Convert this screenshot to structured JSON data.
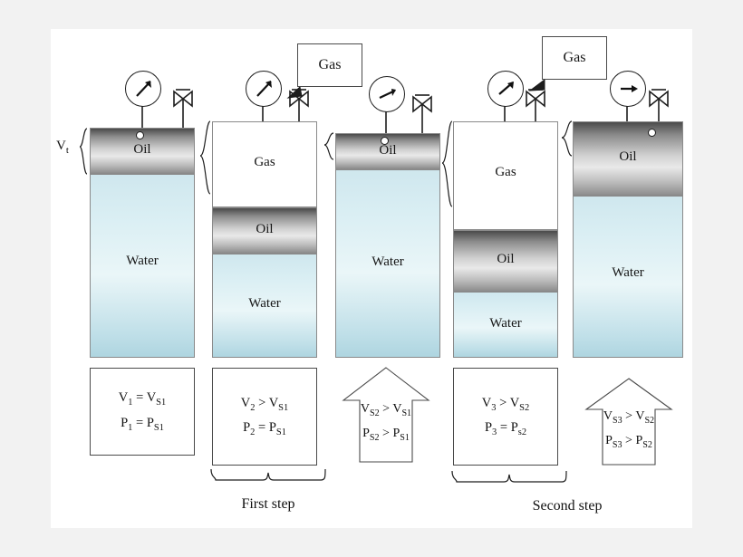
{
  "diagram": {
    "title_steps": [
      {
        "id": "first-step",
        "label": "First step"
      },
      {
        "id": "second-step",
        "label": "Second step"
      }
    ],
    "volume_label": "V",
    "volume_label_sub": "t",
    "callouts": [
      {
        "id": "gas-callout-1",
        "label": "Gas"
      },
      {
        "id": "gas-callout-2",
        "label": "Gas"
      }
    ],
    "cylinders": [
      {
        "id": "cylinder-1",
        "layers": [
          {
            "type": "oil",
            "label": "Oil"
          },
          {
            "type": "water",
            "label": "Water"
          }
        ]
      },
      {
        "id": "cylinder-2",
        "layers": [
          {
            "type": "gas",
            "label": "Gas"
          },
          {
            "type": "oil",
            "label": "Oil"
          },
          {
            "type": "water",
            "label": "Water"
          }
        ]
      },
      {
        "id": "cylinder-3",
        "layers": [
          {
            "type": "oil",
            "label": "Oil"
          },
          {
            "type": "water",
            "label": "Water"
          }
        ]
      },
      {
        "id": "cylinder-4",
        "layers": [
          {
            "type": "gas",
            "label": "Gas"
          },
          {
            "type": "oil",
            "label": "Oil"
          },
          {
            "type": "water",
            "label": "Water"
          }
        ]
      },
      {
        "id": "cylinder-5",
        "layers": [
          {
            "type": "oil",
            "label": "Oil"
          },
          {
            "type": "water",
            "label": "Water"
          }
        ]
      }
    ],
    "formula_boxes": [
      {
        "id": "formula-box-1",
        "shape": "rect",
        "lines": [
          {
            "lhs": "V",
            "lhs_sub": "1",
            "op": "=",
            "rhs": "V",
            "rhs_sub": "S1"
          },
          {
            "lhs": "P",
            "lhs_sub": "1",
            "op": "=",
            "rhs": "P",
            "rhs_sub": "S1"
          }
        ]
      },
      {
        "id": "formula-box-2",
        "shape": "rect",
        "lines": [
          {
            "lhs": "V",
            "lhs_sub": "2",
            "op": ">",
            "rhs": "V",
            "rhs_sub": "S1"
          },
          {
            "lhs": "P",
            "lhs_sub": "2",
            "op": "=",
            "rhs": "P",
            "rhs_sub": "S1"
          }
        ]
      },
      {
        "id": "formula-box-3",
        "shape": "arrow",
        "lines": [
          {
            "lhs": "V",
            "lhs_sub": "S2",
            "op": ">",
            "rhs": "V",
            "rhs_sub": "S1"
          },
          {
            "lhs": "P",
            "lhs_sub": "S2",
            "op": ">",
            "rhs": "P",
            "rhs_sub": "S1"
          }
        ]
      },
      {
        "id": "formula-box-4",
        "shape": "rect",
        "lines": [
          {
            "lhs": "V",
            "lhs_sub": "3",
            "op": ">",
            "rhs": "V",
            "rhs_sub": "S2"
          },
          {
            "lhs": "P",
            "lhs_sub": "3",
            "op": "=",
            "rhs": "P",
            "rhs_sub": "s2"
          }
        ]
      },
      {
        "id": "formula-box-5",
        "shape": "arrow",
        "lines": [
          {
            "lhs": "V",
            "lhs_sub": "S3",
            "op": ">",
            "rhs": "V",
            "rhs_sub": "S2"
          },
          {
            "lhs": "P",
            "lhs_sub": "S3",
            "op": ">",
            "rhs": "P",
            "rhs_sub": "S2"
          }
        ]
      }
    ],
    "icons": [
      {
        "id": "pressure-gauge-1",
        "name": "pressure-gauge-icon"
      },
      {
        "id": "pressure-gauge-2",
        "name": "pressure-gauge-icon"
      },
      {
        "id": "pressure-gauge-3",
        "name": "pressure-gauge-icon"
      },
      {
        "id": "pressure-gauge-4",
        "name": "pressure-gauge-icon"
      },
      {
        "id": "pressure-gauge-5",
        "name": "pressure-gauge-icon"
      },
      {
        "id": "valve-1",
        "name": "valve-icon"
      },
      {
        "id": "valve-2",
        "name": "valve-icon"
      },
      {
        "id": "valve-3",
        "name": "valve-icon"
      },
      {
        "id": "valve-4",
        "name": "valve-icon"
      },
      {
        "id": "valve-5",
        "name": "valve-icon"
      }
    ]
  }
}
